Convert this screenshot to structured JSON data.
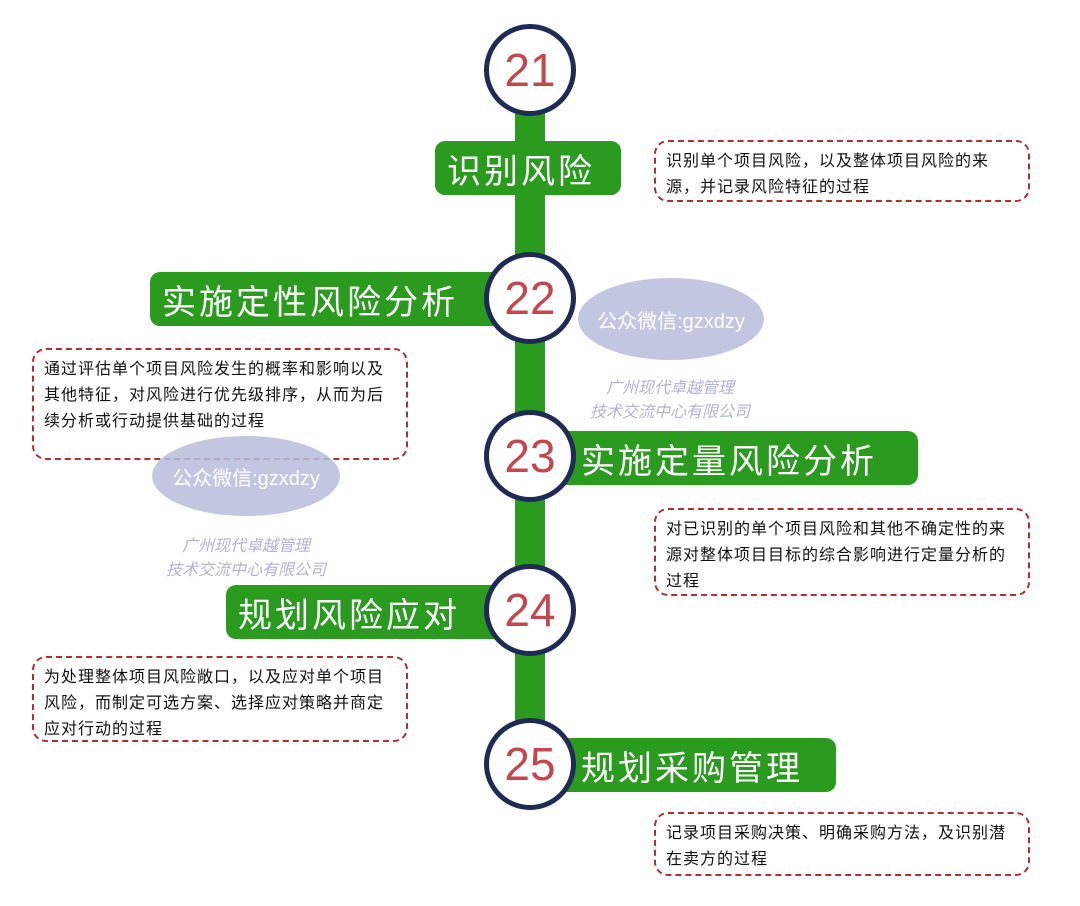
{
  "steps": [
    {
      "number": "21",
      "title": "识别风险",
      "description": "识别单个项目风险，以及整体项目风险的来源，并记录风险特征的过程"
    },
    {
      "number": "22",
      "title": "实施定性风险分析",
      "description": "通过评估单个项目风险发生的概率和影响以及其他特征，对风险进行优先级排序，从而为后续分析或行动提供基础的过程"
    },
    {
      "number": "23",
      "title": "实施定量风险分析",
      "description": "对已识别的单个项目风险和其他不确定性的来源对整体项目目标的综合影响进行定量分析的过程"
    },
    {
      "number": "24",
      "title": "规划风险应对",
      "description": "为处理整体项目风险敞口，以及应对单个项目风险，而制定可选方案、选择应对策略并商定应对行动的过程"
    },
    {
      "number": "25",
      "title": "规划采购管理",
      "description": "记录项目采购决策、明确采购方法，及识别潜在卖方的过程"
    }
  ],
  "watermark": {
    "wechat": "公众微信:gzxdzy",
    "company_line1": "广州现代卓越管理",
    "company_line2": "技术交流中心有限公司"
  },
  "colors": {
    "trunk": "#2a9b1f",
    "node_border": "#1f2a55",
    "number": "#c2474f",
    "box_border": "#a83232"
  }
}
